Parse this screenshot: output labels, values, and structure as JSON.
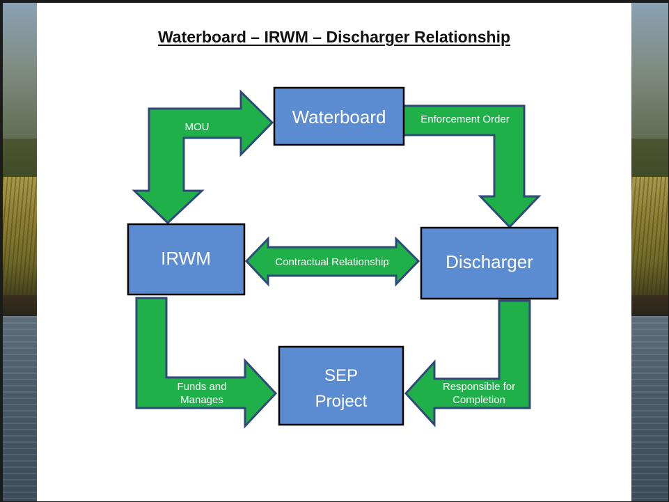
{
  "slide": {
    "title": "Waterboard – IRWM – Discharger Relationship"
  },
  "boxes": {
    "waterboard": "Waterboard",
    "irwm": "IRWM",
    "discharger": "Discharger",
    "sep_project_line1": "SEP",
    "sep_project_line2": "Project"
  },
  "arrows": {
    "mou": "MOU",
    "enforcement_order": "Enforcement Order",
    "contractual_relationship": "Contractual Relationship",
    "funds_and_manages_line1": "Funds and",
    "funds_and_manages_line2": "Manages",
    "responsible_line1": "Responsible for",
    "responsible_line2": "Completion"
  },
  "colors": {
    "box_fill": "#5b8bd0",
    "arrow_fill": "#1fb04a",
    "arrow_outline": "#2f4a7a"
  }
}
